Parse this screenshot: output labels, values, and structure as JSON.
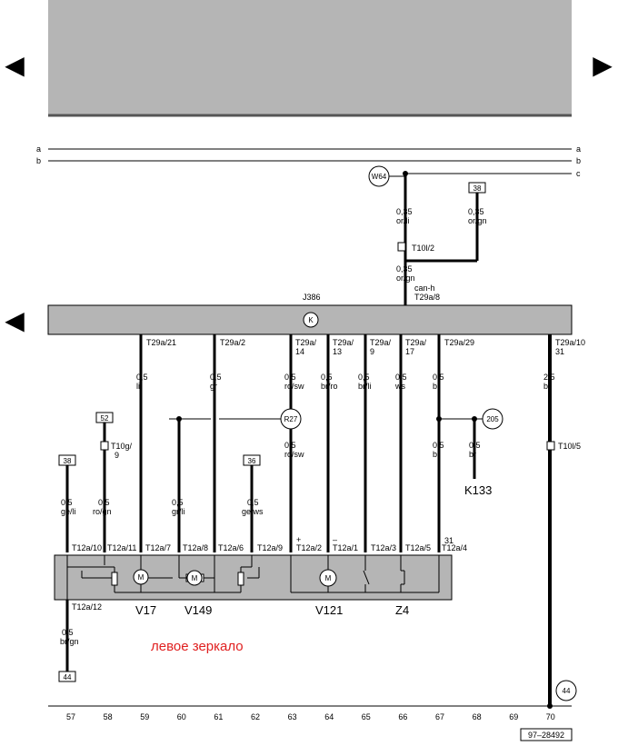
{
  "nav": {
    "prev_arrow": "◀",
    "next_arrow": "▶"
  },
  "rails": {
    "a": "a",
    "b": "b",
    "c": "c"
  },
  "ground_circles": {
    "w64": "W64",
    "g44": "44",
    "r27": "R27",
    "r205": "205"
  },
  "ref_boxes": {
    "b38_top": "38",
    "b52": "52",
    "b38_left": "38",
    "b36": "36",
    "b44": "44"
  },
  "wires": {
    "w64_size": "0,35",
    "w64_color": "or/li",
    "b38_size": "0,35",
    "b38_color": "or/gn",
    "conn_t10i2": "T10l/2",
    "merged_size": "0,35",
    "merged_color": "or/gn",
    "can": "can-h",
    "t29a8": "T29a/8",
    "t29a21": "T29a/21",
    "s21": "0,5",
    "c21": "li",
    "t29a2": "T29a/2",
    "s2": "0,5",
    "c2": "gr",
    "t29a14a": "T29a/",
    "t29a14b": "14",
    "s14": "0,5",
    "c14": "ro/sw",
    "t29a13a": "T29a/",
    "t29a13b": "13",
    "s13": "0,5",
    "c13": "br/ro",
    "t29a9a": "T29a/",
    "t29a9b": "9",
    "s9": "0,5",
    "c9": "br/li",
    "t29a17a": "T29a/",
    "t29a17b": "17",
    "s17": "0,5",
    "c17": "ws",
    "t29a29": "T29a/29",
    "s29": "0,5",
    "c29": "br",
    "t29a10": "T29a/10",
    "t29a31": "31",
    "s10": "2,5",
    "c10": "br",
    "r27_size": "0,5",
    "r27_color": "ro/sw",
    "k133_size": "0,5",
    "k133_color": "br",
    "br_size": "0,5",
    "br_color": "br",
    "t10g_a": "T10g/",
    "t10g_b": "9",
    "t10i5": "T10l/5",
    "l38_size": "0,5",
    "l38_color": "ge/li",
    "l52_size": "0,5",
    "l52_color": "ro/gn",
    "v149_size": "0,5",
    "v149_color": "gr/li",
    "l36_size": "0,5",
    "l36_color": "ge/ws",
    "l44_size": "0,5",
    "l44_color": "br/gn"
  },
  "components": {
    "j386": "J386",
    "k133": "K133",
    "v17": "V17",
    "v149": "V149",
    "v121": "V121",
    "z4": "Z4",
    "motor": "M",
    "lamp": "K"
  },
  "pins": {
    "p10": "T12a/10",
    "p11": "T12a/11",
    "p7": "T12a/7",
    "p8": "T12a/8",
    "p6": "T12a/6",
    "p9": "T12a/9",
    "p2": "T12a/2",
    "p1": "T12a/1",
    "p3": "T12a/3",
    "p5": "T12a/5",
    "p4": "T12a/4",
    "p4_top": "31",
    "p12": "T12a/12",
    "plus": "+",
    "minus": "–"
  },
  "note": "левое зеркало",
  "footer": {
    "numbers": [
      "57",
      "58",
      "59",
      "60",
      "61",
      "62",
      "63",
      "64",
      "65",
      "66",
      "67",
      "68",
      "69",
      "70"
    ],
    "ref": "97–28492"
  }
}
